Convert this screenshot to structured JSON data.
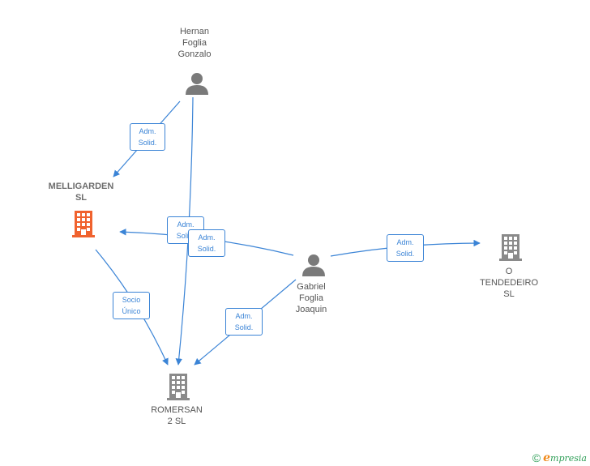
{
  "colors": {
    "edge": "#3b84d6",
    "person": "#7a7a7a",
    "company": "#8a8a8a",
    "company_focus": "#f0622e"
  },
  "nodes": {
    "hernan": {
      "lines": [
        "Hernan",
        "Foglia",
        "Gonzalo"
      ],
      "icon": "person-icon"
    },
    "gabriel": {
      "lines": [
        "Gabriel",
        "Foglia",
        "Joaquin"
      ],
      "icon": "person-icon"
    },
    "melligarden": {
      "lines": [
        "MELLIGARDEN",
        "SL"
      ],
      "icon": "building-icon"
    },
    "tendedeiro": {
      "lines": [
        "O",
        "TENDEDEIRO",
        "SL"
      ],
      "icon": "building-icon"
    },
    "romersan": {
      "lines": [
        "ROMERSAN",
        "2  SL"
      ],
      "icon": "building-icon"
    }
  },
  "edges": {
    "hernan_melligarden": [
      "Adm.",
      "Solid."
    ],
    "hernan_romersan": [
      "Adm.",
      "Solid."
    ],
    "gabriel_melligarden": [
      "Adm.",
      "Solid."
    ],
    "gabriel_tendedeiro": [
      "Adm.",
      "Solid."
    ],
    "gabriel_romersan": [
      "Adm.",
      "Solid."
    ],
    "melligarden_romersan": [
      "Socio",
      "Único"
    ]
  },
  "footer": {
    "copyright": "©",
    "brand_initial": "e",
    "brand_rest": "mpresia"
  }
}
